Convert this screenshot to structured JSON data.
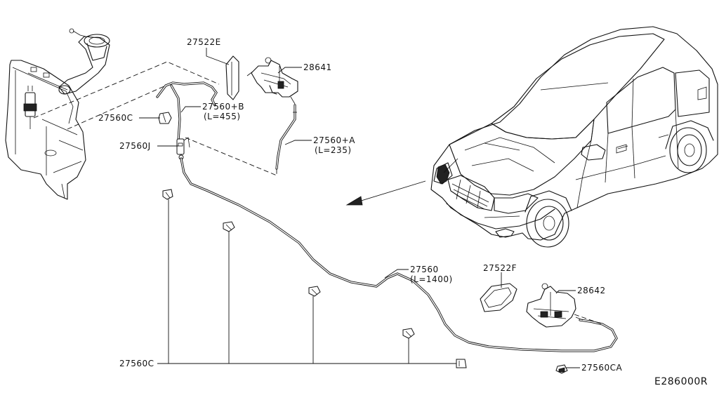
{
  "labels": {
    "l27522E": "27522E",
    "l28641": "28641",
    "l27560B": "27560+B",
    "l27560B_len": "(L=455)",
    "l27560C": "27560C",
    "l27560J": "27560J",
    "l27560A": "27560+A",
    "l27560A_len": "(L=235)",
    "l27560": "27560",
    "l27560_len": "(L=1400)",
    "l27522F": "27522F",
    "l28642": "28642",
    "l27560C_bottom": "27560C",
    "l27560CA": "27560CA",
    "diagram_code": "E286000R"
  }
}
